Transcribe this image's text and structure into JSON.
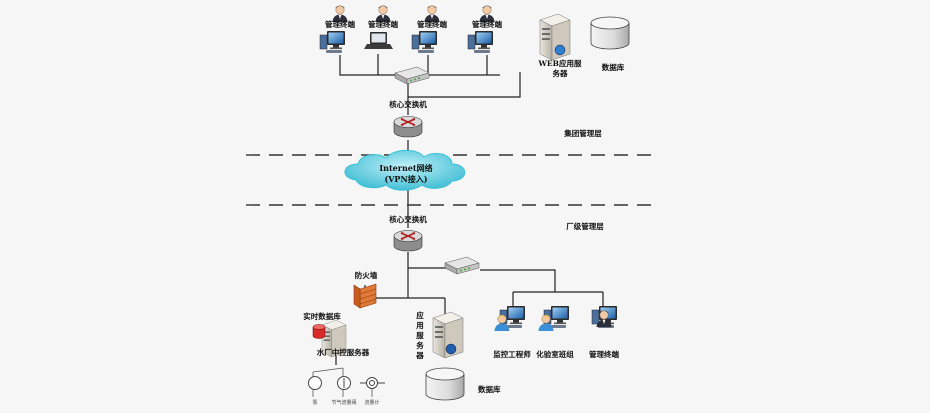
{
  "top": {
    "mgmt_terminals": [
      "管理终端",
      "管理终端",
      "管理终端",
      "管理终端"
    ],
    "web_server": [
      "WEB应用服",
      "务器"
    ],
    "database": "数据库",
    "core_switch": "核心交换机",
    "layer": "集团管理层"
  },
  "internet": [
    "Internet网络",
    "(VPN接入)"
  ],
  "bottom": {
    "core_switch": "核心交换机",
    "layer": "厂级管理层",
    "firewall": "防火墙",
    "realtime_db": "实时数据库",
    "plant_server": "水厂中控服务器",
    "app_server": [
      "应",
      "用",
      "服",
      "务",
      "器"
    ],
    "database": "数据库",
    "roles": [
      "监控工程师",
      "化验室班组",
      "管理终端"
    ],
    "devices": [
      "泵",
      "节气流量阀",
      "流量计"
    ]
  },
  "colors": {
    "line": "#222222",
    "dash": "#333333",
    "cloud": "#39c2d7",
    "cloud_text": "#0a3a66"
  }
}
